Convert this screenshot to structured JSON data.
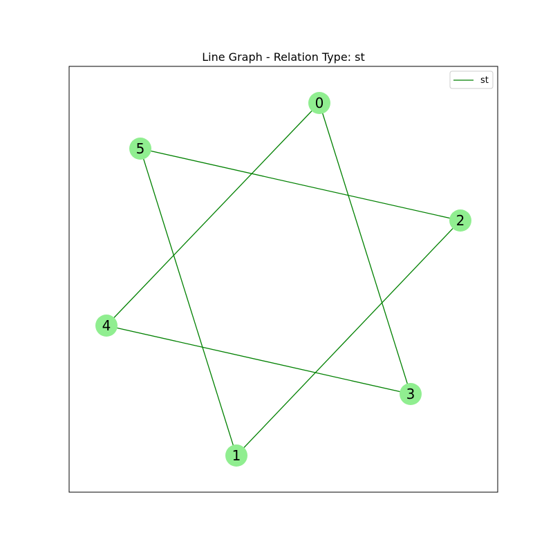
{
  "title": "Line Graph - Relation Type: st",
  "colors": {
    "edge": "#008000",
    "node": "#90ee90",
    "frame": "#000000",
    "legend_border": "#cccccc"
  },
  "legend": {
    "label": "st",
    "placement": "upper-right"
  },
  "chart_data": {
    "type": "network",
    "title": "Line Graph - Relation Type: st",
    "nodes": [
      {
        "id": "0",
        "label": "0"
      },
      {
        "id": "1",
        "label": "1"
      },
      {
        "id": "2",
        "label": "2"
      },
      {
        "id": "3",
        "label": "3"
      },
      {
        "id": "4",
        "label": "4"
      },
      {
        "id": "5",
        "label": "5"
      }
    ],
    "edges": [
      {
        "source": "0",
        "target": "4",
        "relation": "st"
      },
      {
        "source": "0",
        "target": "3",
        "relation": "st"
      },
      {
        "source": "5",
        "target": "2",
        "relation": "st"
      },
      {
        "source": "5",
        "target": "1",
        "relation": "st"
      },
      {
        "source": "2",
        "target": "1",
        "relation": "st"
      },
      {
        "source": "4",
        "target": "3",
        "relation": "st"
      }
    ]
  }
}
